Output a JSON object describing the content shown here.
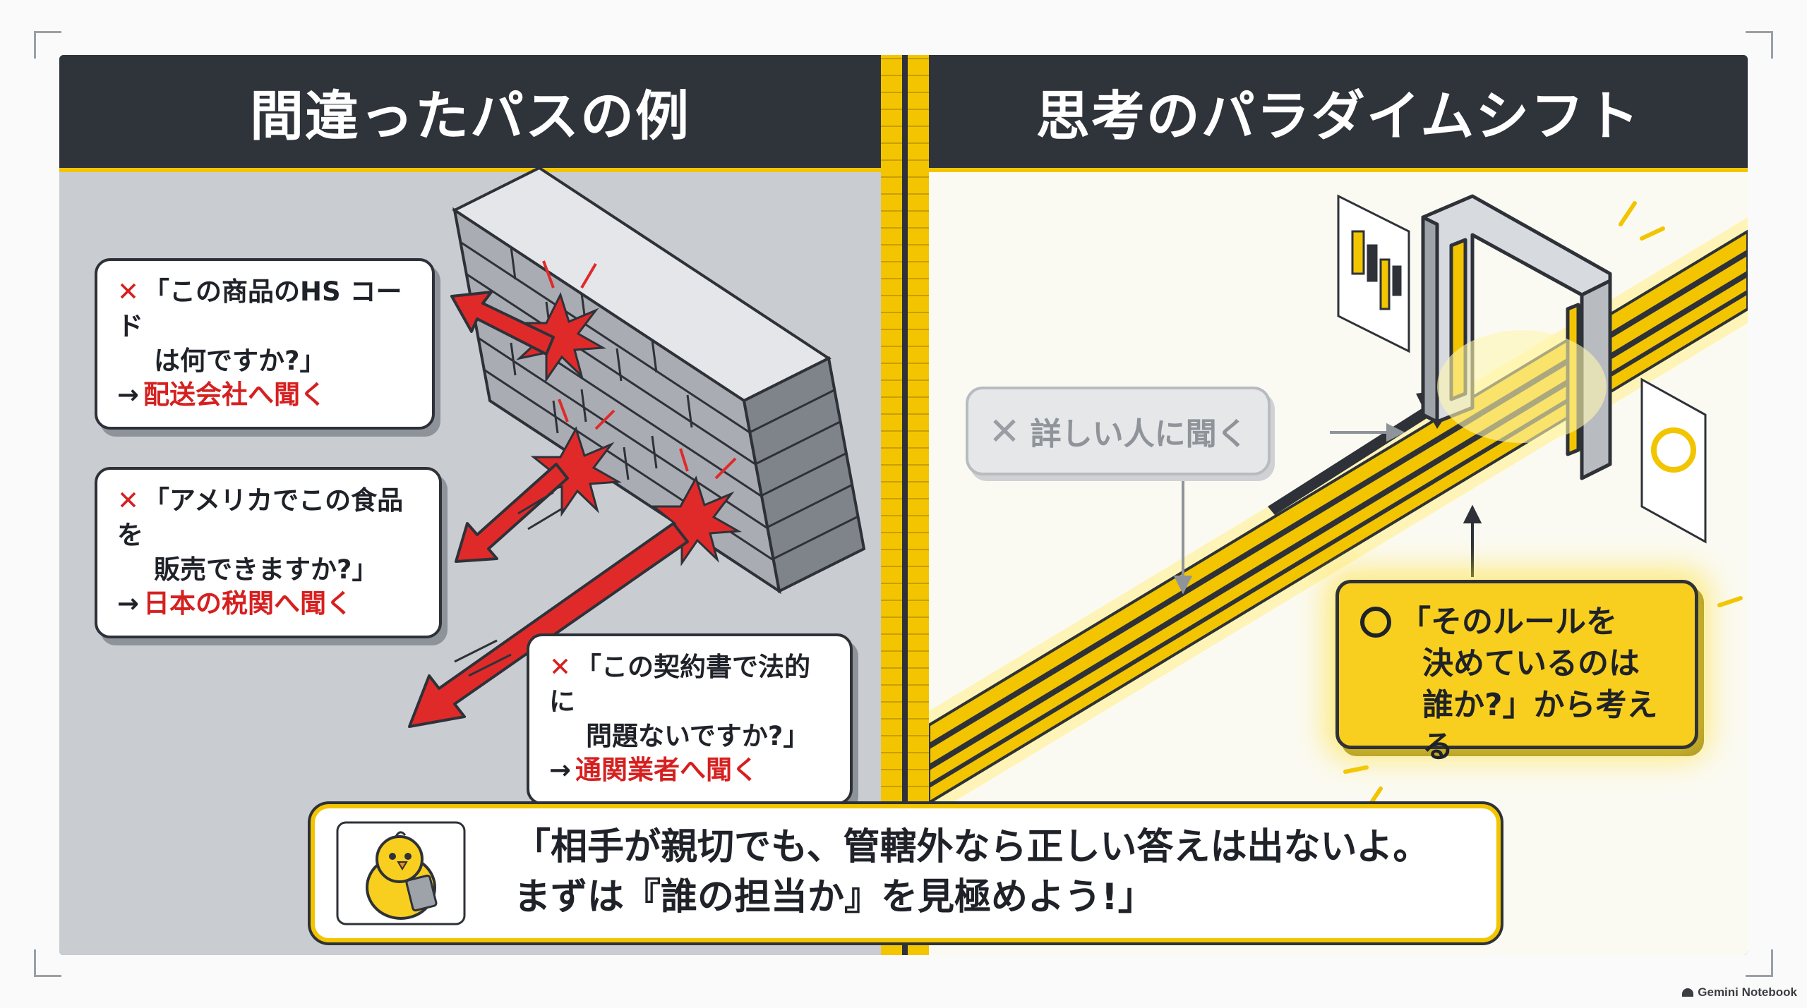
{
  "left_panel": {
    "title": "間違ったパスの例",
    "callouts": [
      {
        "mark": "✕",
        "question_line1": "「この商品のHS コード",
        "question_line2": "は何ですか?」",
        "arrow": "→",
        "answer": "配送会社へ聞く"
      },
      {
        "mark": "✕",
        "question_line1": "「アメリカでこの食品を",
        "question_line2": "販売できますか?」",
        "arrow": "→",
        "answer": "日本の税関へ聞く"
      },
      {
        "mark": "✕",
        "question_line1": "「この契約書で法的に",
        "question_line2": "問題ないですか?」",
        "arrow": "→",
        "answer": "通関業者へ聞く"
      }
    ]
  },
  "right_panel": {
    "title": "思考のパラダイムシフト",
    "wrong_path": {
      "mark": "✕",
      "label": "詳しい人に聞く"
    },
    "right_path": {
      "line1": "「そのルールを",
      "line2": "決めているのは",
      "line3": "誰か?」から考える"
    }
  },
  "bottom_bubble": {
    "line1": "「相手が親切でも、管轄外なら正しい答えは出ないよ。",
    "line2": "まずは『誰の担当か』を見極めよう!」"
  },
  "brand": {
    "label": "Gemini Notebook"
  },
  "colors": {
    "accent_yellow": "#f2c500",
    "alert_red": "#d62020",
    "dark": "#2e3238"
  }
}
